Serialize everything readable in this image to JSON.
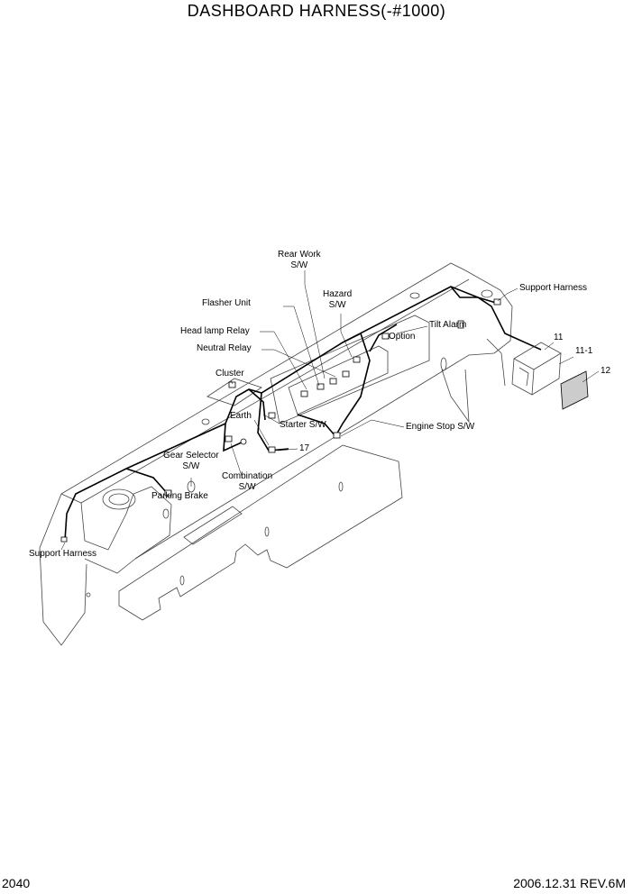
{
  "title": "DASHBOARD HARNESS(-#1000)",
  "page_number": "2040",
  "revision": "2006.12.31 REV.6M",
  "labels": {
    "rear_work": "Rear Work\nS/W",
    "hazard": "Hazard\nS/W",
    "flasher_unit": "Flasher Unit",
    "head_lamp_relay": "Head lamp Relay",
    "neutral_relay": "Neutral Relay",
    "option": "Option",
    "tilt_alarm": "Tilt Alarm",
    "support_harness_top": "Support Harness",
    "cluster": "Cluster",
    "earth": "Earth",
    "starter_sw": "Starter S/W",
    "engine_stop_sw": "Engine Stop S/W",
    "part_17": "17",
    "gear_selector": "Gear Selector\nS/W",
    "combination": "Combination\nS/W",
    "parking_brake": "Parking Brake",
    "support_harness_bottom": "Support Harness",
    "part_11": "11",
    "part_11_1": "11-1",
    "part_12": "12"
  }
}
